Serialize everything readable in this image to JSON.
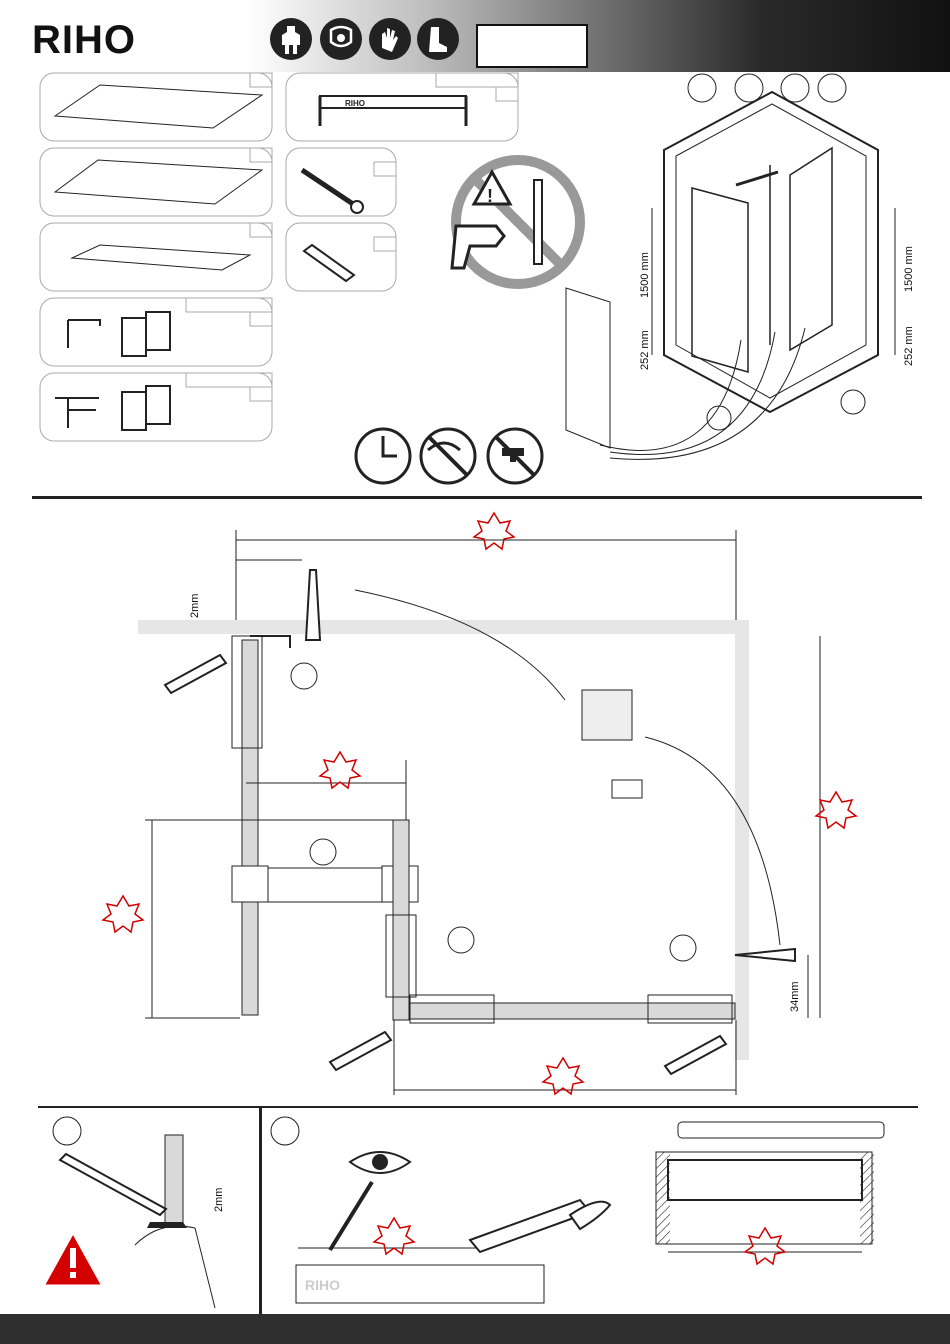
{
  "brand": {
    "logo": "RIHO"
  },
  "header": {
    "ppe_icons": [
      "overalls-icon",
      "face-shield-icon",
      "gloves-icon",
      "safety-boots-icon"
    ],
    "model_box": ""
  },
  "parts": {
    "bracket_logo": "RIHO"
  },
  "overview": {
    "height_left_upper": "1500 mm",
    "height_left_lower": "252 mm",
    "height_right_upper": "1500 mm",
    "height_right_lower": "252 mm"
  },
  "plan": {
    "gap_label": "2mm",
    "offset_label": "34mm"
  },
  "detail_a": {
    "gap_label": "2mm"
  },
  "detail_b": {
    "bar_logo": "RIHO"
  },
  "colors": {
    "accent_red": "#d40000",
    "panel_grey": "#d9d9d9",
    "dark": "#222222"
  }
}
